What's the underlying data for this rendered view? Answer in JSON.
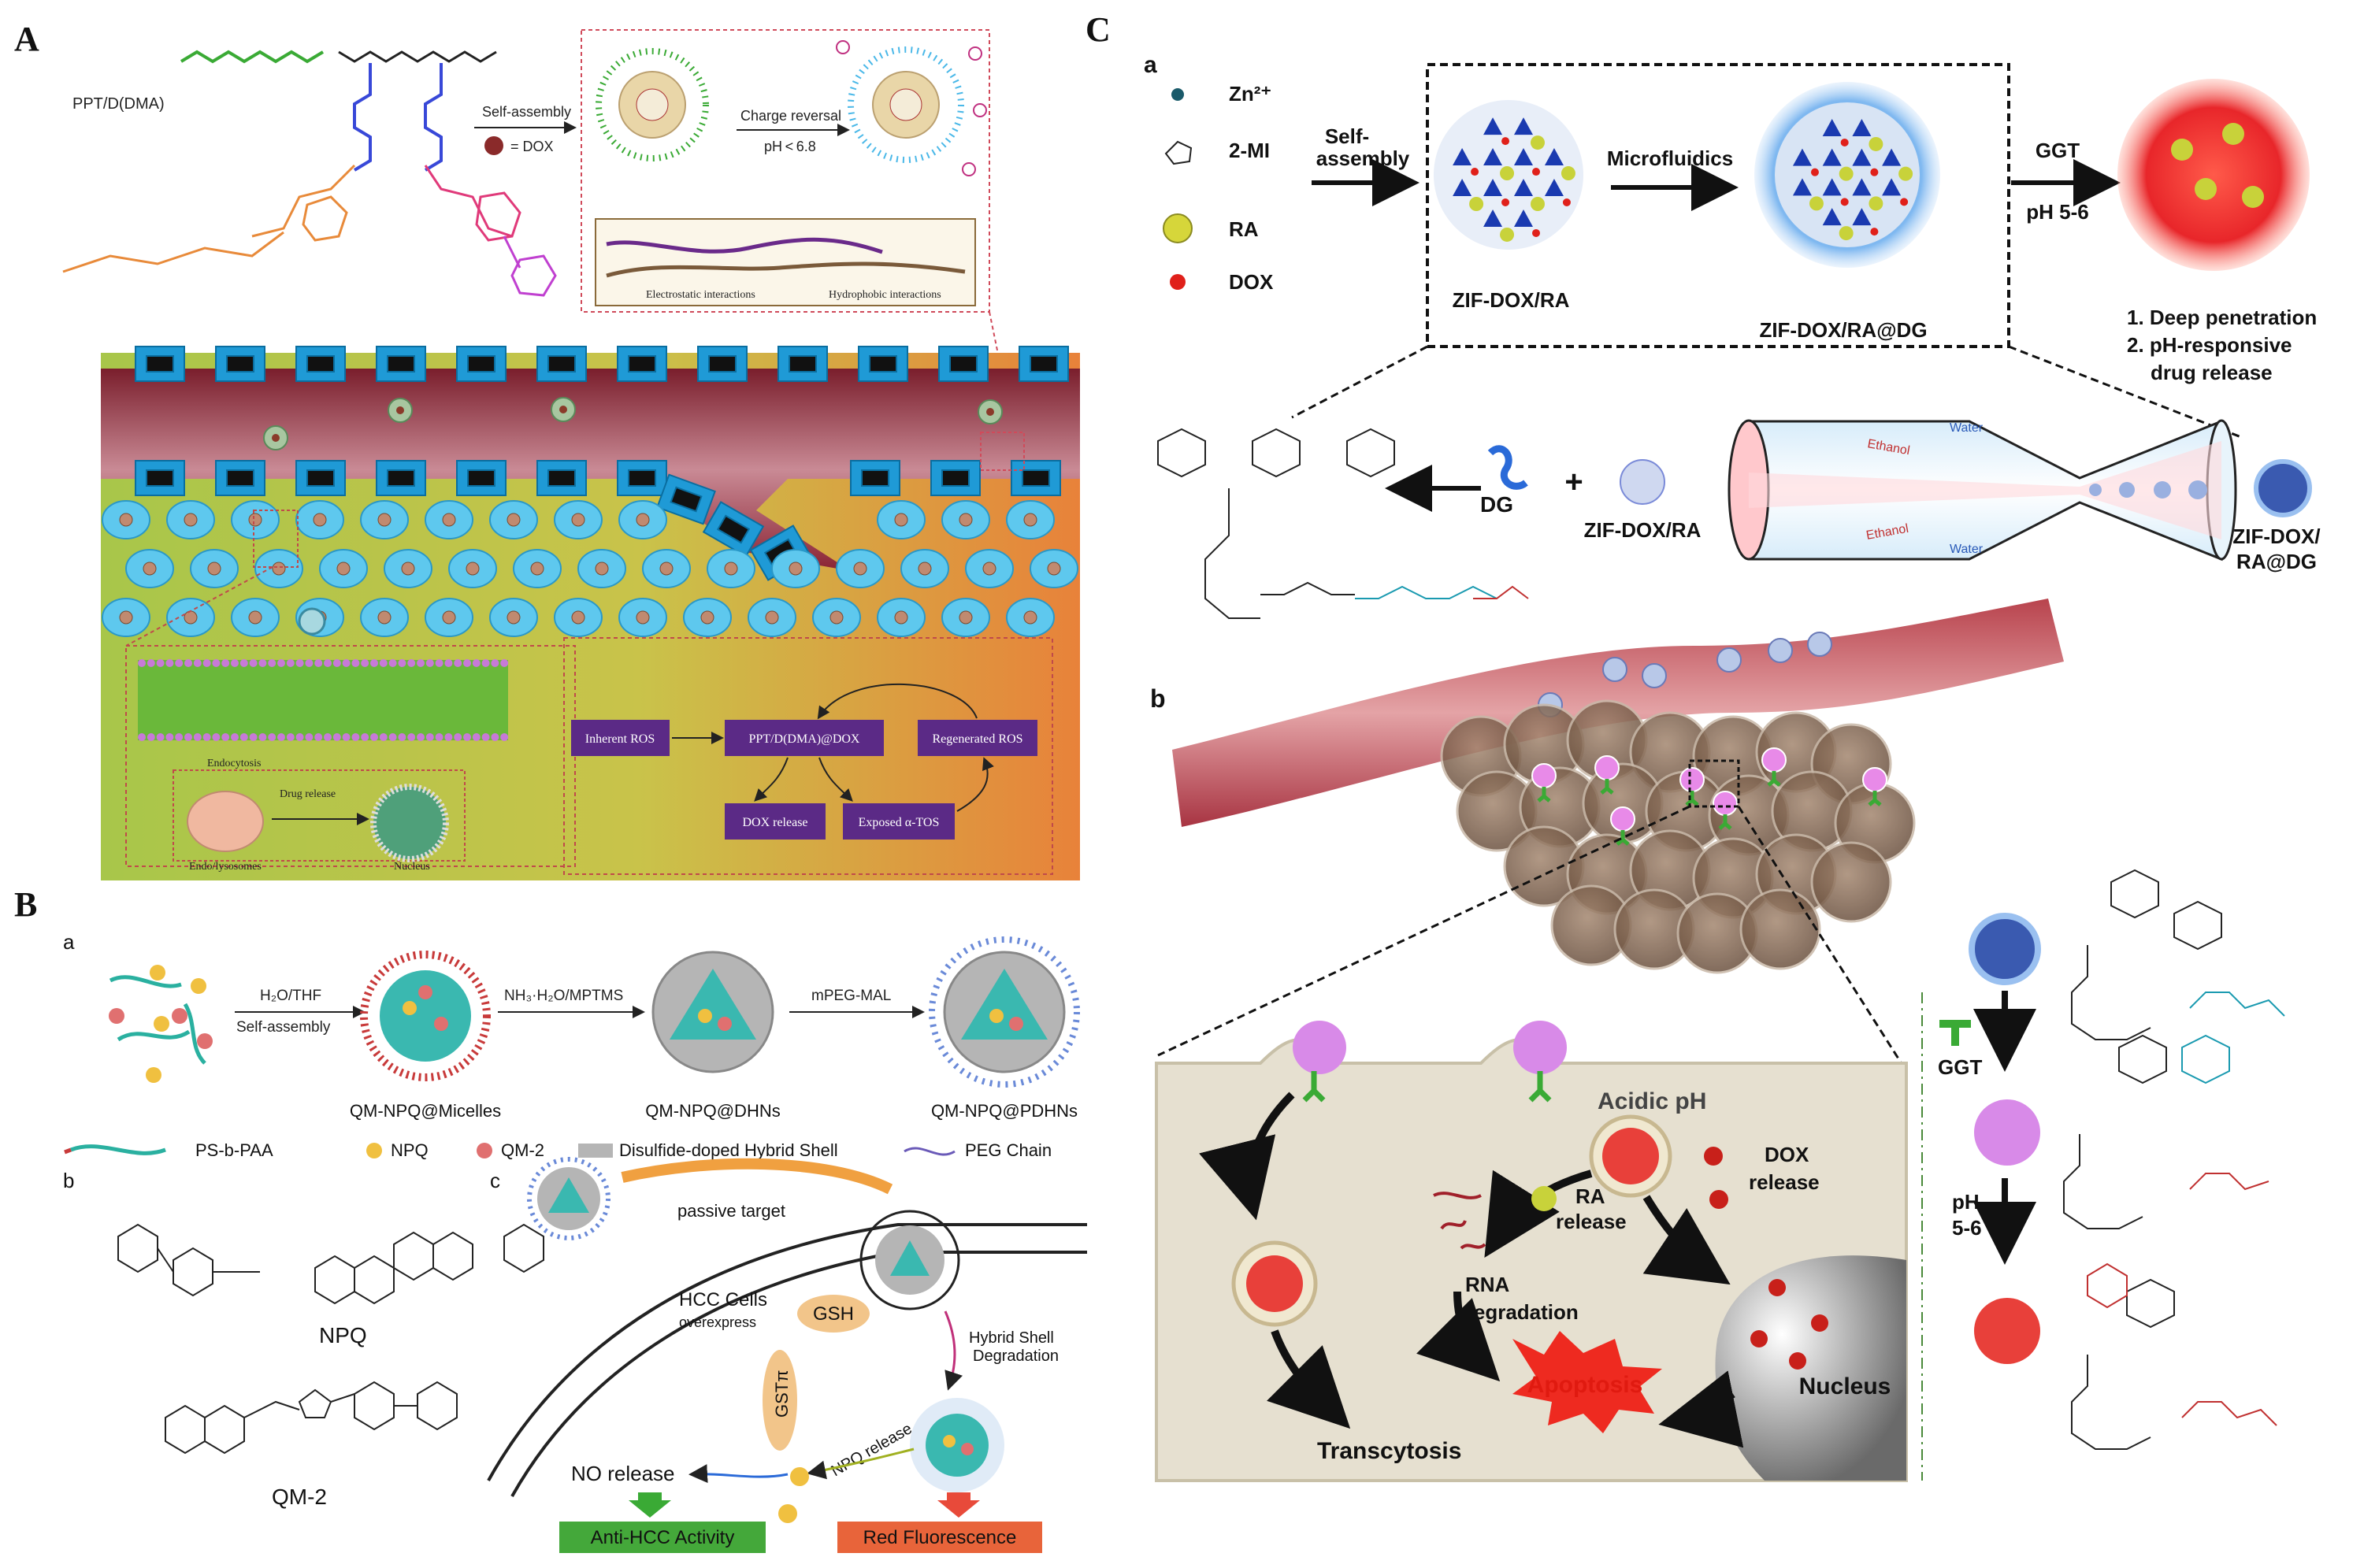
{
  "panel_letters": {
    "A": "A",
    "B": "B",
    "C": "C"
  },
  "sub_letters": {
    "Ba": "a",
    "Bb": "b",
    "Bc": "c",
    "Ca": "a",
    "Cb": "b"
  },
  "panelA": {
    "polymer_label": "PPT/D(DMA)",
    "self_assembly": "Self-assembly",
    "dox_legend": "= DOX",
    "charge_reversal": "Charge reversal",
    "ph_condition": "pH < 6.8",
    "electrostatic": "Electrostatic interactions",
    "hydrophobic": "Hydrophobic interactions",
    "endocytosis": "Endocytosis",
    "drug_release": "Drug release",
    "endolysosomes": "Endo/lysosomes",
    "nucleus": "Nucleus",
    "cycle": {
      "inherent_ros": "Inherent ROS",
      "center": "PPT/D(DMA)@DOX",
      "regenerated_ros": "Regenerated ROS",
      "dox_release": "DOX release",
      "exposed_tos": "Exposed α-TOS"
    }
  },
  "panelB": {
    "step1": "H₂O/THF",
    "step1b": "Self-assembly",
    "step2": "NH₃·H₂O/MPTMS",
    "step3": "mPEG-MAL",
    "np1": "QM-NPQ@Micelles",
    "np2": "QM-NPQ@DHNs",
    "np3": "QM-NPQ@PDHNs",
    "legend": [
      "PS-b-PAA",
      "NPQ",
      "QM-2",
      "Disulfide-doped Hybrid Shell",
      "PEG Chain"
    ],
    "npq_name": "NPQ",
    "qm_name": "QM-2",
    "passive_target": "passive target",
    "hcc_cells": "HCC Cells",
    "overexpress": "overexpress",
    "gsh": "GSH",
    "gst": "GSTπ",
    "hybrid_degradation_1": "Hybrid Shell",
    "hybrid_degradation_2": "Degradation",
    "npq_release": "NPQ release",
    "no_release": "NO release",
    "anti_hcc": "Anti-HCC Activity",
    "red_fluor": "Red Fluorescence"
  },
  "panelC": {
    "legend": [
      "Zn²⁺",
      "2-MI",
      "RA",
      "DOX"
    ],
    "self_assembly": "Self-assembly",
    "zif": "ZIF-DOX/RA",
    "microfluidics": "Microfluidics",
    "zif_dg": "ZIF-DOX/RA@DG",
    "ggt": "GGT",
    "ph": "pH 5-6",
    "deep_penetration": "1. Deep penetration",
    "ph_responsive_1": "2. pH-responsive",
    "ph_responsive_2": "drug release",
    "dg": "DG",
    "plus": "+",
    "zif_small": "ZIF-DOX/RA",
    "ethanol": "Ethanol",
    "water": "Water",
    "zif_dg_1": "ZIF-DOX/",
    "zif_dg_2": "RA@DG",
    "acidic_ph": "Acidic pH",
    "ra_release_1": "RA",
    "ra_release_2": "release",
    "dox_release_1": "DOX",
    "dox_release_2": "release",
    "rna_1": "RNA",
    "rna_2": "degradation",
    "apoptosis": "Apoptosis",
    "nucleus": "Nucleus",
    "transcytosis": "Transcytosis",
    "ggt_side": "GGT",
    "ph_side_1": "pH",
    "ph_side_2": "5-6"
  },
  "colors": {
    "vessel_red": "#9b2b3a",
    "tissue_green": "#a8c64a",
    "tissue_orange": "#e8823a",
    "purple_box": "#5b2a86",
    "cell_blue": "#5ec8ee",
    "green_box": "#44a83a",
    "orange_box": "#e8643a",
    "drug_red": "#e0201a"
  }
}
